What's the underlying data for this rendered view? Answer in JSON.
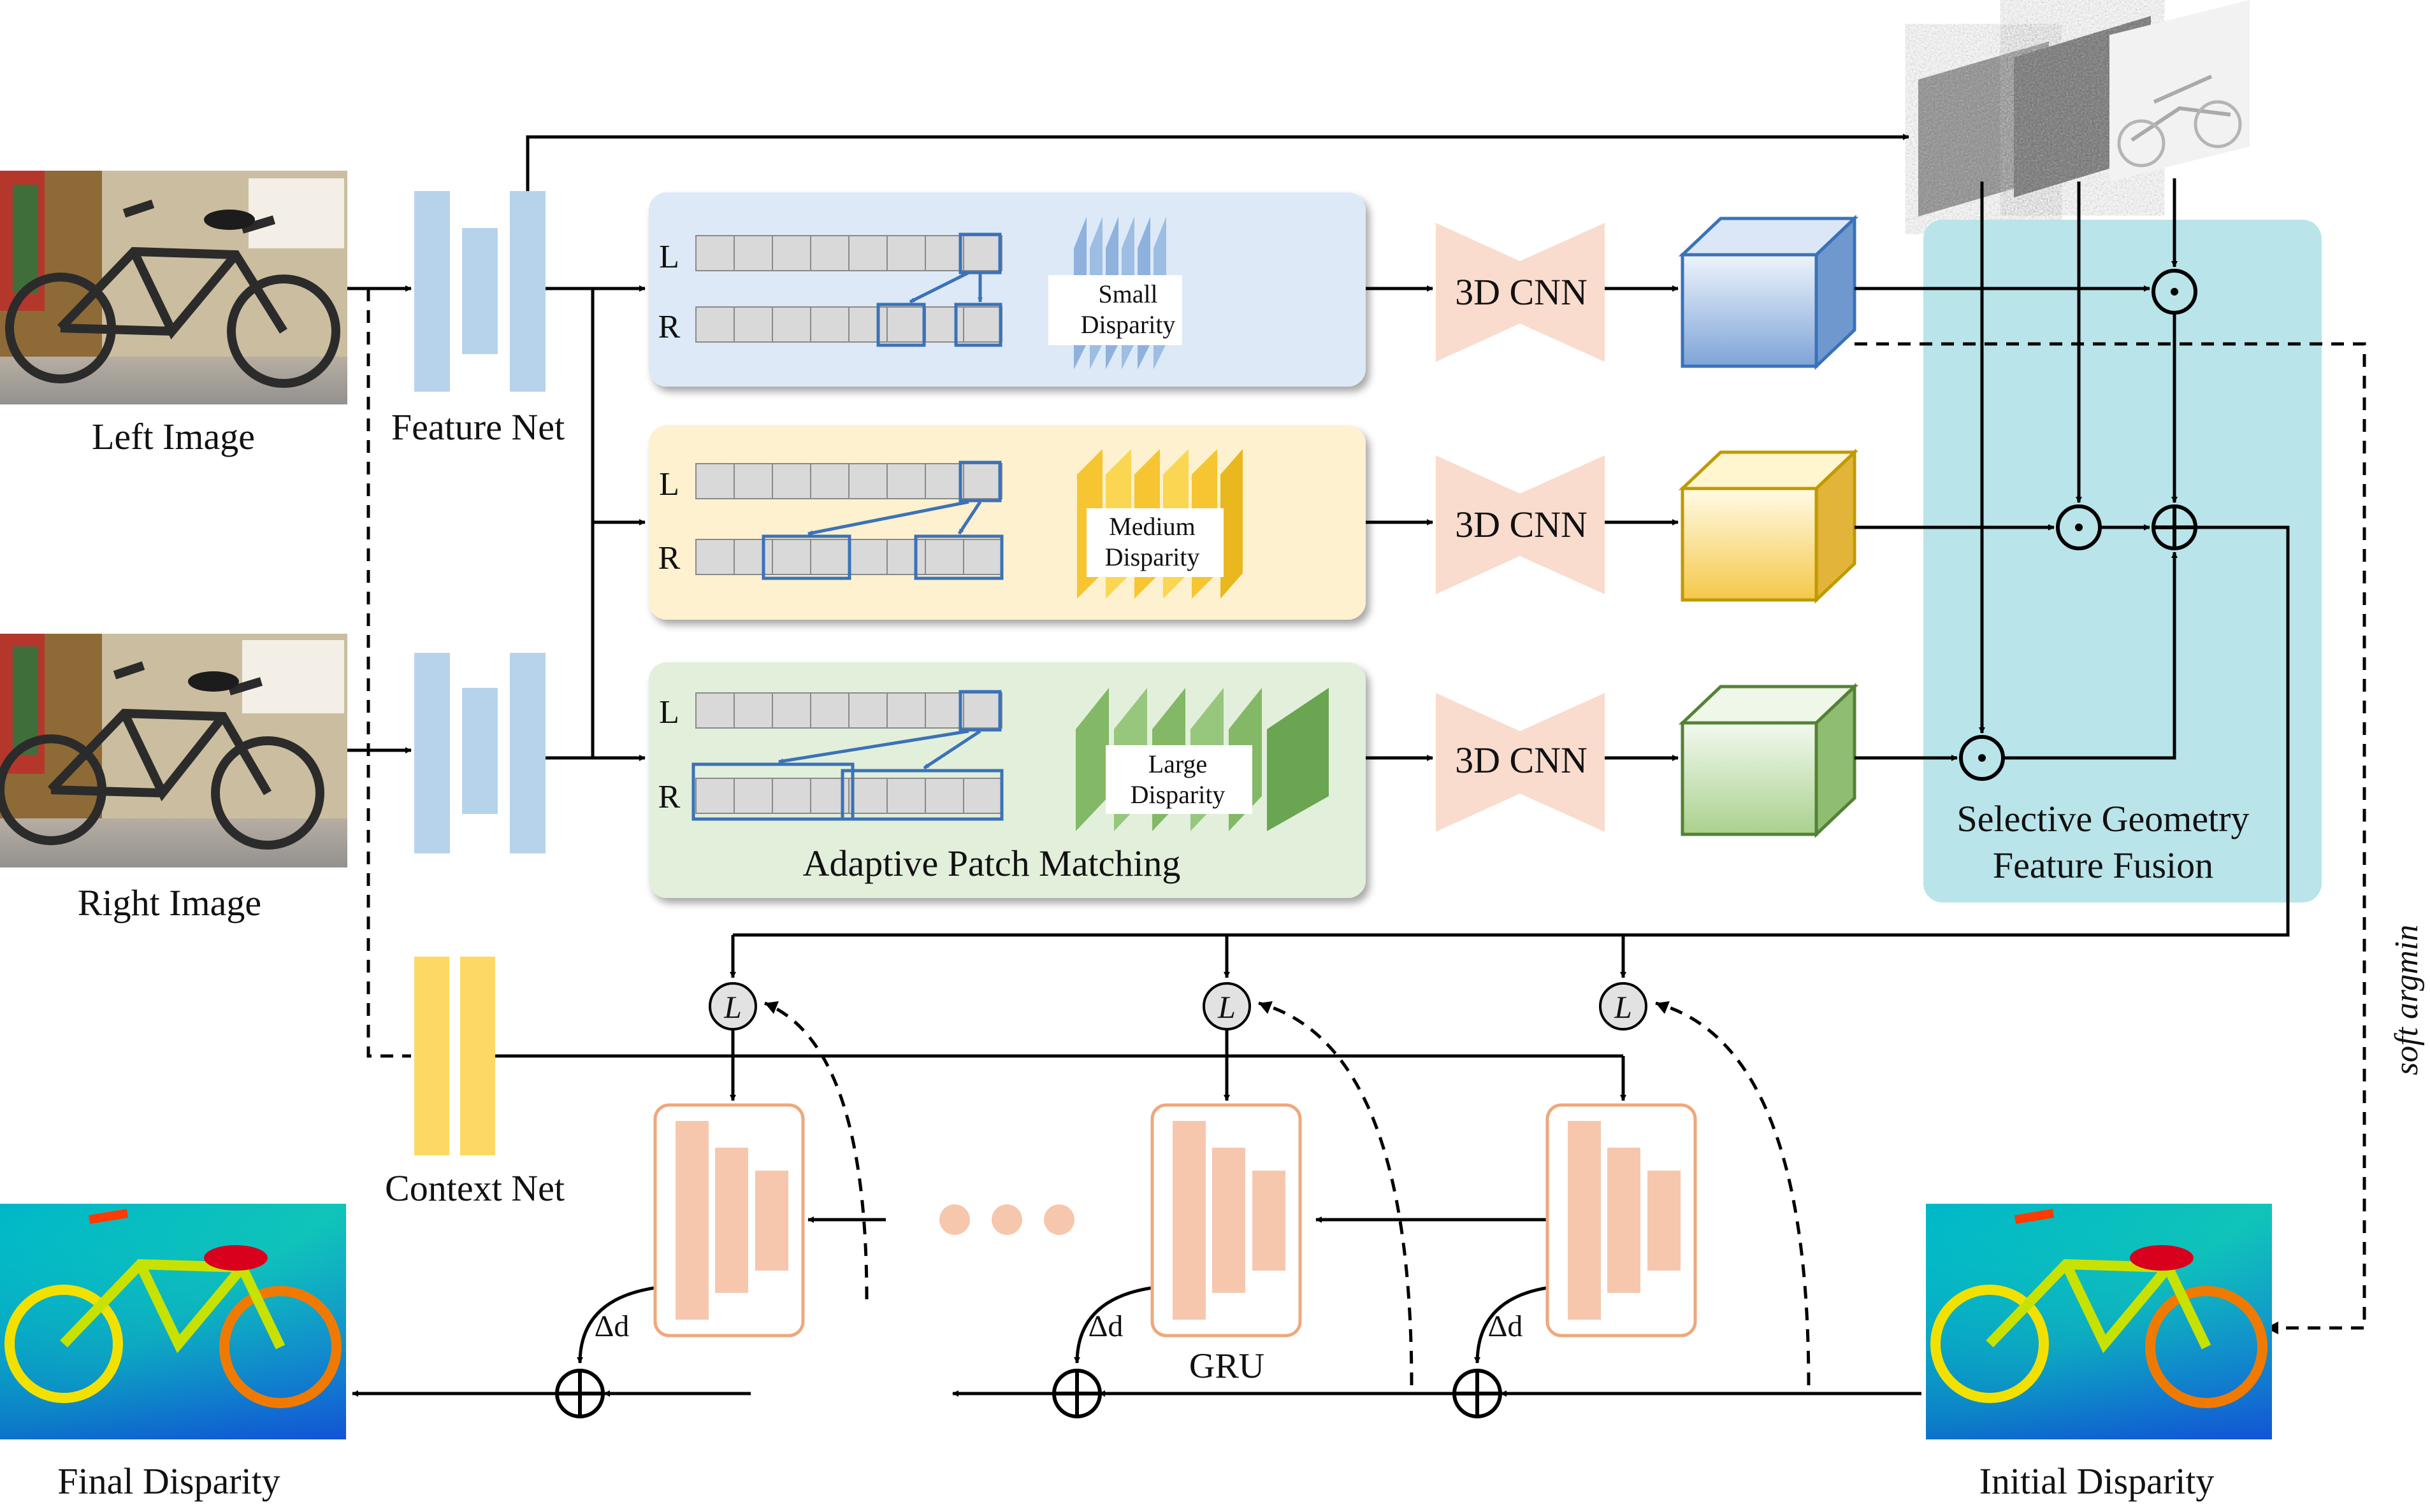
{
  "labels": {
    "left_image": "Left Image",
    "right_image": "Right Image",
    "feature_net": "Feature Net",
    "context_net": "Context Net",
    "l_letter": "L",
    "r_letter": "R",
    "small_disparity_1": "Small",
    "small_disparity_2": "Disparity",
    "medium_disparity_1": "Medium",
    "medium_disparity_2": "Disparity",
    "large_disparity_1": "Large",
    "large_disparity_2": "Disparity",
    "adaptive_patch_matching": "Adaptive Patch Matching",
    "cnn_3d": "3D CNN",
    "sgff_1": "Selective Geometry",
    "sgff_2": "Feature Fusion",
    "odot": "⊙",
    "oplus": "⊕",
    "lookup": "L",
    "delta_d": "Δd",
    "gru": "GRU",
    "soft_argmin": "soft argmin",
    "final_disparity": "Final Disparity",
    "initial_disparity": "Initial Disparity"
  },
  "colors": {
    "blue_panel": "#dde9f6",
    "yellow_panel": "#fdf1cf",
    "green_panel": "#e2efdb",
    "fusion_panel": "#b9e4e9",
    "feature_net_bar": "#b7d3ec",
    "context_net_bar": "#fed865",
    "cnn_shape": "#f9dccd",
    "gru_bar": "#f6c7ad",
    "gru_border": "#efa77d",
    "blue_accent": "#3b72b7",
    "yellow_accent": "#bf9a00",
    "green_accent": "#548235"
  },
  "icons": [
    "odot-operator-icon",
    "oplus-operator-icon",
    "lookup-operator-icon",
    "ellipsis-dots-icon"
  ]
}
